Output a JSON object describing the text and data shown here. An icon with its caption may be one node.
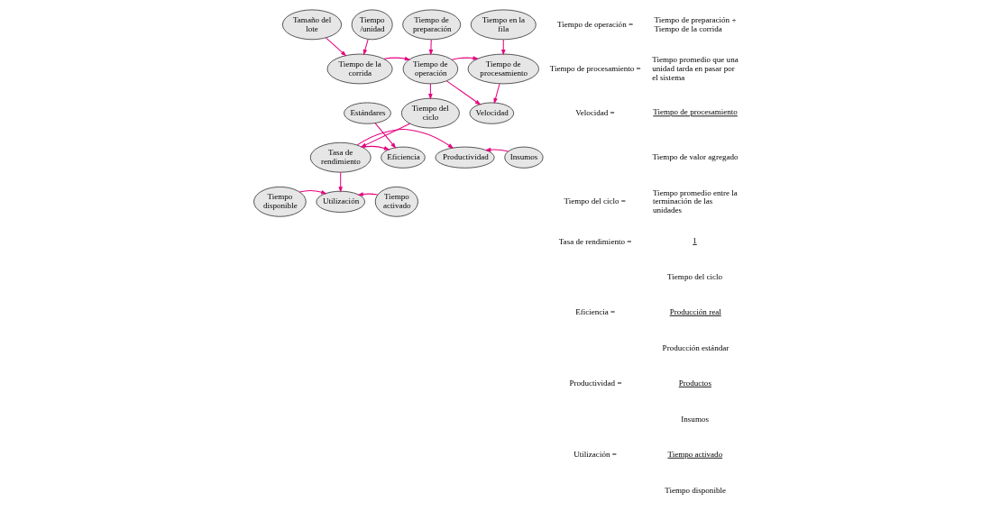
{
  "diagram": {
    "nodes": [
      {
        "text": [
          "Tamaño del lote"
        ]
      },
      {
        "text": [
          "Tiempo /unidad"
        ]
      },
      {
        "text": [
          "Tiempo de preparación"
        ]
      },
      {
        "text": [
          "Tiempo en la fila"
        ]
      },
      {
        "text": [
          "Tiempo de la corrida"
        ]
      },
      {
        "text": [
          "Tiempo de operación"
        ]
      },
      {
        "text": [
          "Tiempo de procesamiento"
        ]
      },
      {
        "text": [
          "Estándares"
        ]
      },
      {
        "text": [
          "Tiempo del ciclo"
        ]
      },
      {
        "text": [
          "Velocidad"
        ]
      },
      {
        "text": [
          "Eficiencia"
        ]
      },
      {
        "text": [
          "Tasa de rendimiento"
        ]
      },
      {
        "text": [
          "Productividad"
        ]
      },
      {
        "text": [
          "Insumos"
        ]
      },
      {
        "text": [
          "Tiempo disponible"
        ]
      },
      {
        "text": [
          "Utilización"
        ]
      },
      {
        "text": [
          "Tiempo activado"
        ]
      }
    ],
    "edges": [
      {
        "from": 0,
        "to": 4,
        "arrow": "to"
      },
      {
        "from": 1,
        "to": 4,
        "arrow": "to"
      },
      {
        "from": 2,
        "to": 5,
        "arrow": "to"
      },
      {
        "from": 3,
        "to": 6,
        "arrow": "to"
      },
      {
        "from": 4,
        "to": 5,
        "arrow": "to"
      },
      {
        "from": 5,
        "to": 6,
        "arrow": "to"
      },
      {
        "from": 5,
        "to": 8,
        "arrow": "to"
      },
      {
        "from": 5,
        "to": 9,
        "arrow": "to"
      },
      {
        "from": 6,
        "to": 9,
        "arrow": "to"
      },
      {
        "from": 7,
        "to": 10,
        "arrow": "to"
      },
      {
        "from": 8,
        "to": 11,
        "arrow": "to"
      },
      {
        "from": 11,
        "to": 10,
        "arrow": "to"
      },
      {
        "from": 11,
        "to": 12,
        "arrow": "to"
      },
      {
        "from": 13,
        "to": 12,
        "arrow": "to"
      },
      {
        "from": 11,
        "to": 15,
        "arrow": "to"
      },
      {
        "from": 14,
        "to": 15,
        "arrow": "to"
      },
      {
        "from": 16,
        "to": 15,
        "arrow": "to"
      }
    ],
    "labels": [
      "Tiempo de operación =",
      "Tiempo de preparación + Tiempo de la corrida",
      "Tiempo de procesamiento =",
      "Tiempo promedio que una unidad tarda en pasar por el sistema",
      "Velocidad =",
      "Tiempo de procesamiento",
      "Tiempo de valor agregado",
      "Tiempo del ciclo =",
      "Tiempo promedio entre la terminación de las unidades",
      "Tasa de rendimiento =",
      "1",
      "Tiempo del ciclo",
      "Eficiencia =",
      "Producción real",
      "Producción estándar",
      "Productividad =",
      "Productos",
      "Insumos",
      "Utilización =",
      "Tiempo activado",
      "Tiempo disponible"
    ]
  }
}
